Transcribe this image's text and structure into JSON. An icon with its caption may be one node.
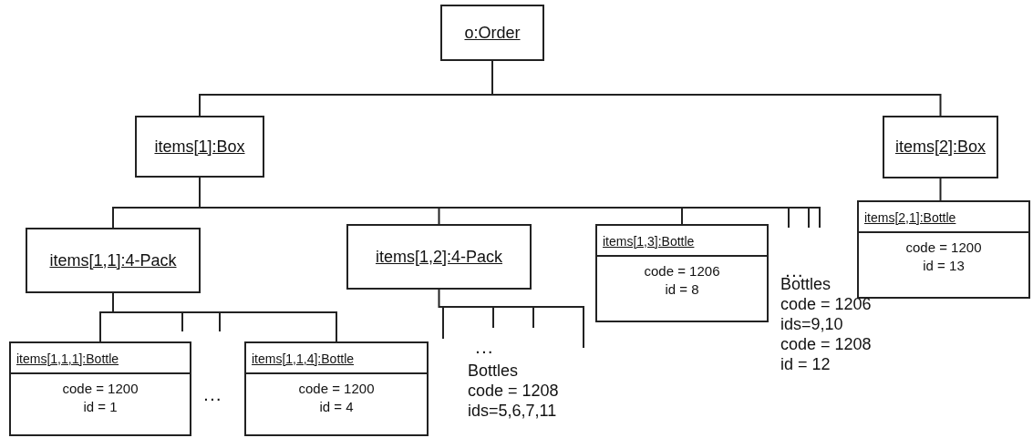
{
  "diagram": {
    "nodes": [
      {
        "text": [
          "o:Order"
        ]
      },
      {
        "text": [
          "items[1]:Box"
        ]
      },
      {
        "text": [
          "items[2]:Box"
        ]
      },
      {
        "text": [
          "items[1,1]:4-Pack"
        ]
      },
      {
        "text": [
          "items[1,2]:4-Pack"
        ]
      },
      {
        "text": [
          "items[1,3]:Bottle",
          "code = 1206",
          "id = 8"
        ]
      },
      {
        "text": [
          "items[2,1]:Bottle",
          "code = 1200",
          "id = 13"
        ]
      },
      {
        "text": [
          "items[1,1,1]:Bottle",
          "code = 1200",
          "id = 1"
        ]
      },
      {
        "text": [
          "items[1,1,4]:Bottle",
          "code = 1200",
          "id = 4"
        ]
      }
    ],
    "edges": [
      {
        "from": 0,
        "to": 1,
        "arrow": "none"
      },
      {
        "from": 0,
        "to": 2,
        "arrow": "none"
      },
      {
        "from": 1,
        "to": 3,
        "arrow": "none"
      },
      {
        "from": 1,
        "to": 4,
        "arrow": "none"
      },
      {
        "from": 1,
        "to": 5,
        "arrow": "none"
      },
      {
        "from": 1,
        "to": null,
        "arrow": "none"
      },
      {
        "from": 2,
        "to": 6,
        "arrow": "none"
      },
      {
        "from": 3,
        "to": 7,
        "arrow": "none"
      },
      {
        "from": 3,
        "to": 8,
        "arrow": "none"
      },
      {
        "from": 3,
        "to": null,
        "arrow": "none"
      },
      {
        "from": 4,
        "to": null,
        "arrow": "none"
      }
    ],
    "labels": [
      "...",
      "...",
      "Bottles",
      "code = 1208",
      "ids=5,6,7,11",
      "...",
      "Bottles",
      "code = 1206",
      "ids=9,10",
      "code = 1208",
      "id = 12"
    ]
  }
}
